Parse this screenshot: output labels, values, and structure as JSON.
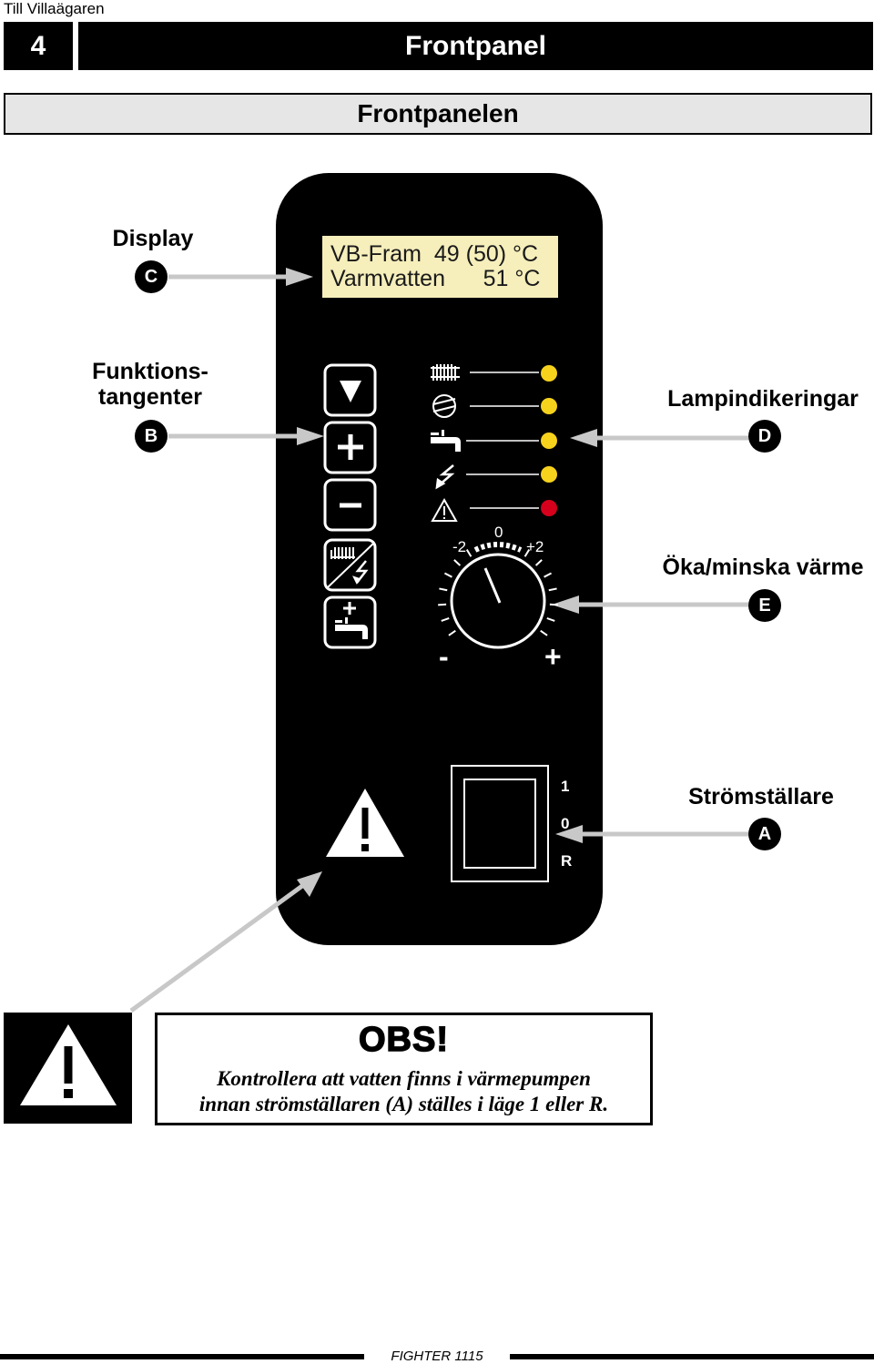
{
  "header": {
    "running_head": "Till Villaägaren",
    "chapter_number": "4",
    "chapter_title": "Frontpanel",
    "section_title": "Frontpanelen"
  },
  "display": {
    "label": "Display",
    "badge": "C",
    "lines": [
      "VB-Fram  49 (50) °C",
      "Varmvatten      51 °C"
    ]
  },
  "function_keys": {
    "label_line1": "Funktions-",
    "label_line2": "tangenter",
    "badge": "B",
    "keys": [
      {
        "icon": "triangle-down-icon"
      },
      {
        "icon": "plus-icon"
      },
      {
        "icon": "minus-icon"
      },
      {
        "icon": "radiator-lightning-icon"
      },
      {
        "icon": "tap-plus-icon"
      }
    ]
  },
  "lamps": {
    "label": "Lampindikeringar",
    "badge": "D",
    "indicators": [
      {
        "icon": "radiator-icon",
        "color": "#f6d21d"
      },
      {
        "icon": "compressor-icon",
        "color": "#f6d21d"
      },
      {
        "icon": "tap-icon",
        "color": "#f6d21d"
      },
      {
        "icon": "lightning-icon",
        "color": "#f6d21d"
      },
      {
        "icon": "warning-icon",
        "color": "#d6001c"
      }
    ]
  },
  "dial": {
    "label": "Öka/minska värme",
    "badge": "E",
    "scale_min": "-2",
    "scale_mid": "0",
    "scale_max": "+2",
    "minus": "-",
    "plus": "+"
  },
  "power_switch": {
    "label": "Strömställare",
    "badge": "A",
    "positions": [
      "1",
      "0",
      "R"
    ]
  },
  "notice": {
    "title": "OBS!",
    "line1": "Kontrollera att vatten finns i värmepumpen",
    "line2": "innan strömställaren (A) ställes i läge 1 eller R."
  },
  "footer": {
    "model": "FIGHTER 1115"
  },
  "colors": {
    "lamp_yellow": "#f6d21d",
    "lamp_red": "#d6001c",
    "lcd_background": "#f6eebb",
    "arrow_grey": "#c8c8c8",
    "section_background": "#e6e6e6"
  }
}
